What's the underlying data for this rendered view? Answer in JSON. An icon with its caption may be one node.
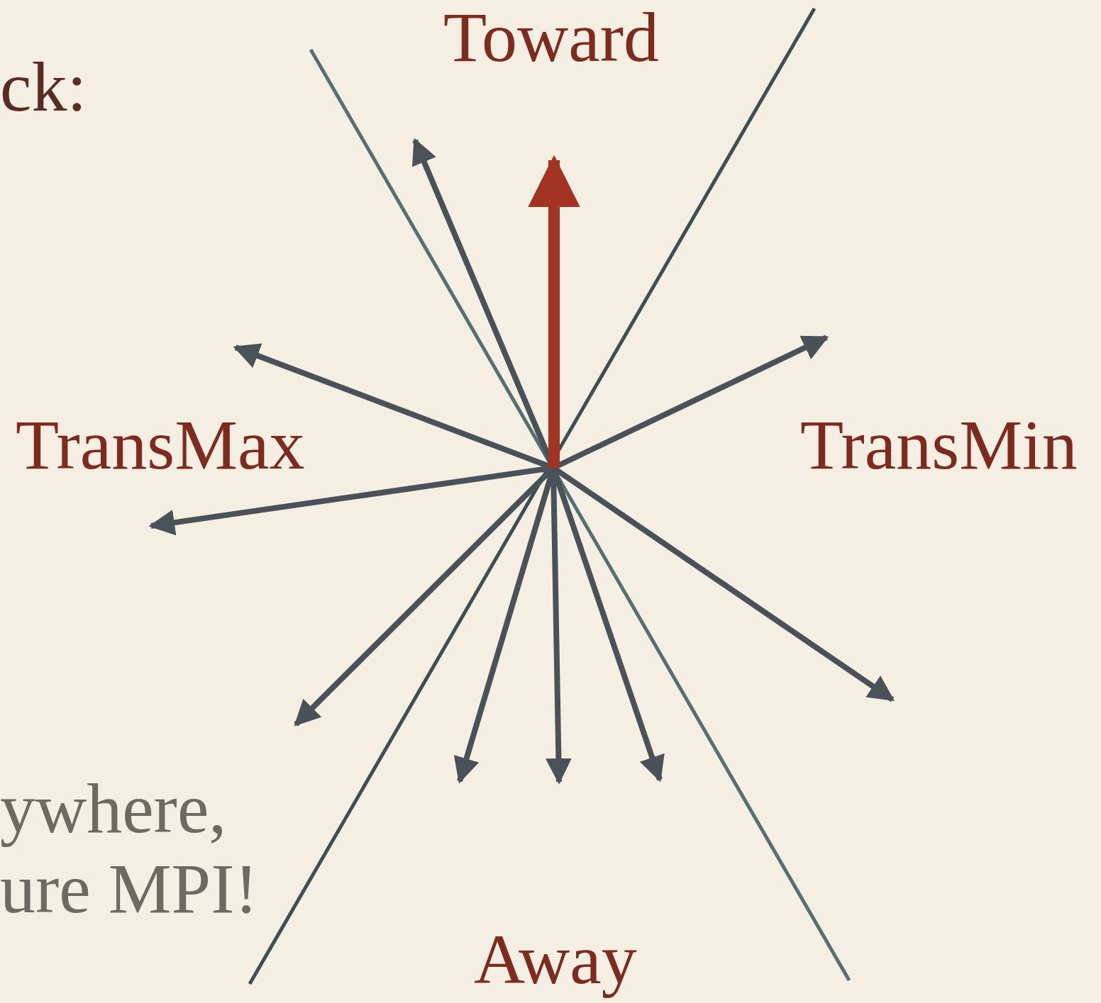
{
  "diagram": {
    "labels": [
      "Toward",
      "ck:",
      "TransMax",
      "TransMin",
      "ywhere,",
      "ure MPI!",
      "Away"
    ]
  }
}
